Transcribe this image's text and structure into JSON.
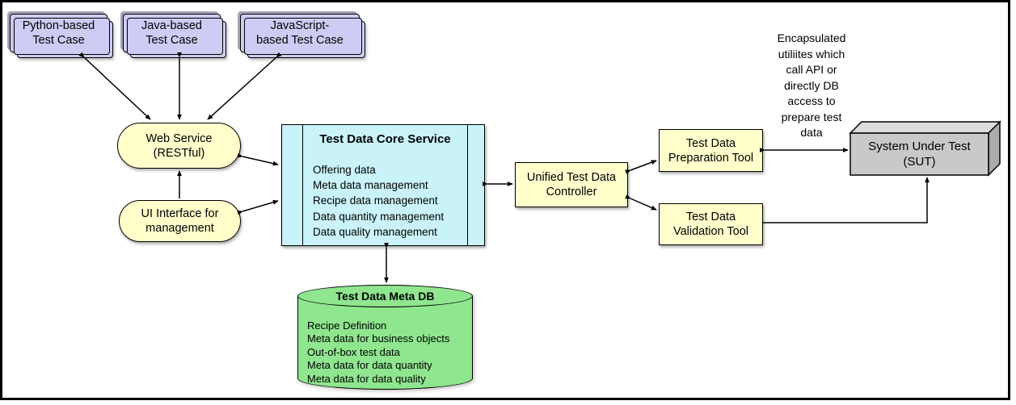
{
  "test_cases": [
    {
      "label": "Python-based\nTest Case"
    },
    {
      "label": "Java-based\nTest Case"
    },
    {
      "label": "JavaScript-\nbased Test Case"
    }
  ],
  "services": {
    "web_service": {
      "label": "Web Service\n(RESTful)"
    },
    "ui_interface": {
      "label": "UI Interface for\nmanagement"
    }
  },
  "core_service": {
    "title": "Test Data Core Service",
    "items": [
      "Offering data",
      "Meta data management",
      "Recipe data management",
      "Data quantity management",
      "Data quality management"
    ]
  },
  "meta_db": {
    "title": "Test Data Meta DB",
    "items": [
      "Recipe Definition",
      "Meta data for business objects",
      "Out-of-box test data",
      "Meta data for data quantity",
      "Meta data for data quality"
    ]
  },
  "controller": {
    "label": "Unified Test Data\nController"
  },
  "tools": {
    "preparation": {
      "label": "Test Data\nPreparation Tool"
    },
    "validation": {
      "label": "Test Data\nValidation Tool"
    }
  },
  "annotation": {
    "text": "Encapsulated\nutiliites which\ncall API or\ndirectly DB\naccess to\nprepare test\ndata"
  },
  "sut": {
    "label": "System Under Test\n(SUT)"
  },
  "colors": {
    "test_case_fill": "#ccccf4",
    "tool_fill": "#ffffcc",
    "core_fill": "#c9f3f8",
    "db_fill": "#8fe68f",
    "sut_front": "#c9c9c9",
    "sut_top": "#dcdcdc",
    "sut_side": "#ababab",
    "line": "#000000"
  }
}
